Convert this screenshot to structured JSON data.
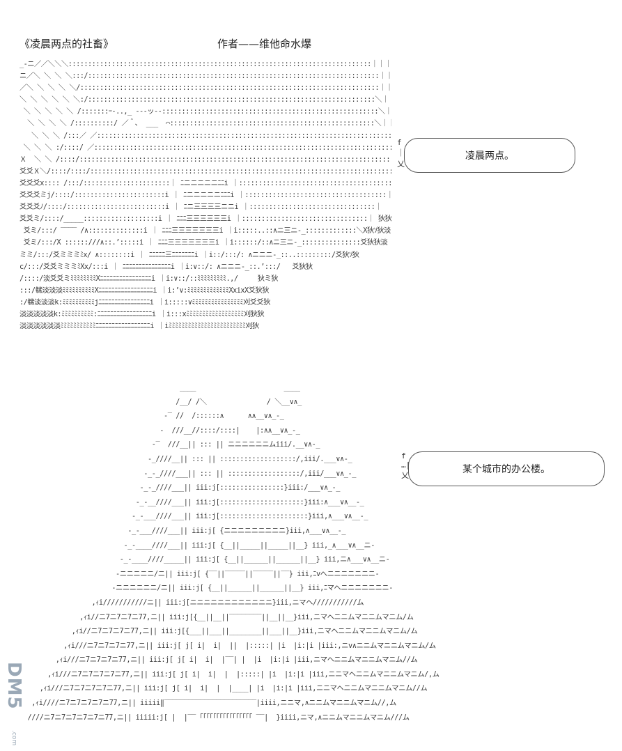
{
  "header": {
    "title": "《凌晨两点的社畜》",
    "author": "作者——维他命水爆"
  },
  "bubbles": [
    {
      "text": "凌晨两点。"
    },
    {
      "text": "某个城市的办公楼。"
    }
  ],
  "watermark": {
    "logo": "DM5",
    "site": ".com"
  }
}
